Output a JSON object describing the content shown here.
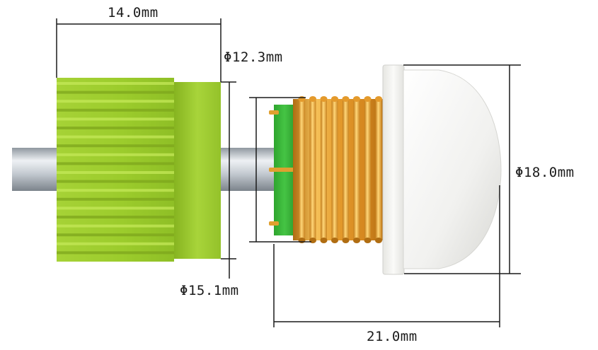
{
  "dimensions": {
    "cap_length": "14.0mm",
    "thread_diameter": "Φ12.3mm",
    "cap_diameter": "Φ15.1mm",
    "dome_diameter": "Φ18.0mm",
    "sensor_length": "21.0mm"
  },
  "colors": {
    "cap_green": "#9ccc2c",
    "cap_light": "#c4e858",
    "cap_dark": "#7da51c",
    "thread_gold": "#e49a2c",
    "thread_light": "#f6c25a",
    "thread_dark": "#b06d12",
    "pcb_green": "#35b534",
    "pin_gold": "#e0a030",
    "rod_gray": "#b9c0c8",
    "dome_white": "#f2f2f0",
    "dim_line": "#1a1a1a"
  }
}
